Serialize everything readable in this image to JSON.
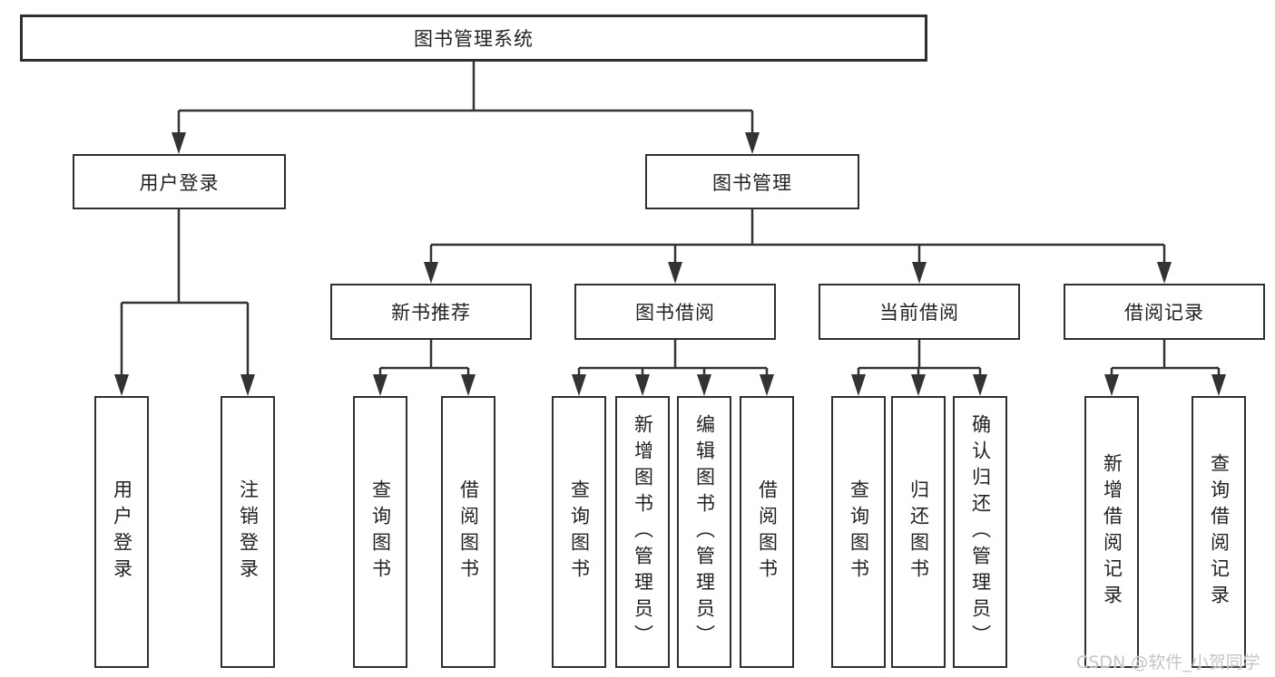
{
  "diagram": {
    "root": {
      "label": "图书管理系统"
    },
    "branches": {
      "user_login": {
        "label": "用户登录",
        "children": [
          "用户登录",
          "注销登录"
        ]
      },
      "book_management": {
        "label": "图书管理",
        "sections": {
          "new_book": {
            "label": "新书推荐",
            "children": [
              "查询图书",
              "借阅图书"
            ]
          },
          "book_borrow": {
            "label": "图书借阅",
            "children": [
              "查询图书",
              "新增图书（管理员）",
              "编辑图书（管理员）",
              "借阅图书"
            ]
          },
          "current_borrow": {
            "label": "当前借阅",
            "children": [
              "查询图书",
              "归还图书",
              "确认归还（管理员）"
            ]
          },
          "borrow_records": {
            "label": "借阅记录",
            "children": [
              "新增借阅记录",
              "查询借阅记录"
            ]
          }
        }
      }
    }
  },
  "watermark": "CSDN @软件_小贺同学",
  "colors": {
    "line": "#333333",
    "border": "#2f2f2f",
    "text": "#222222",
    "watermark": "#c6c6c6",
    "background": "#ffffff"
  }
}
